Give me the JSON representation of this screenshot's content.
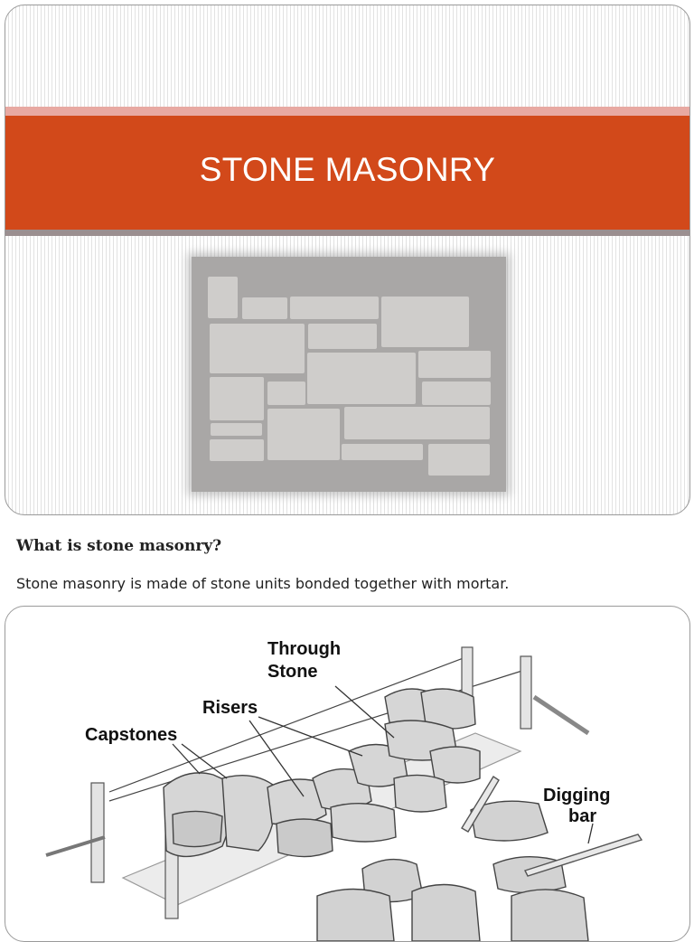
{
  "slide": {
    "title": "STONE MASONRY",
    "colors": {
      "banner": "#d2491a",
      "banner_top": "#e8a9a2",
      "banner_bottom": "#9b8f90",
      "stone": "#cfcdcb",
      "stone_bg": "#a9a7a6"
    }
  },
  "content": {
    "heading": "What is stone masonry?",
    "paragraph": "Stone masonry is made of stone units bonded together with mortar."
  },
  "illustration": {
    "labels": {
      "through_stone_line1": "Through",
      "through_stone_line2": "Stone",
      "risers": "Risers",
      "capstones": "Capstones",
      "digging_bar_line1": "Digging",
      "digging_bar_line2": "bar"
    }
  }
}
